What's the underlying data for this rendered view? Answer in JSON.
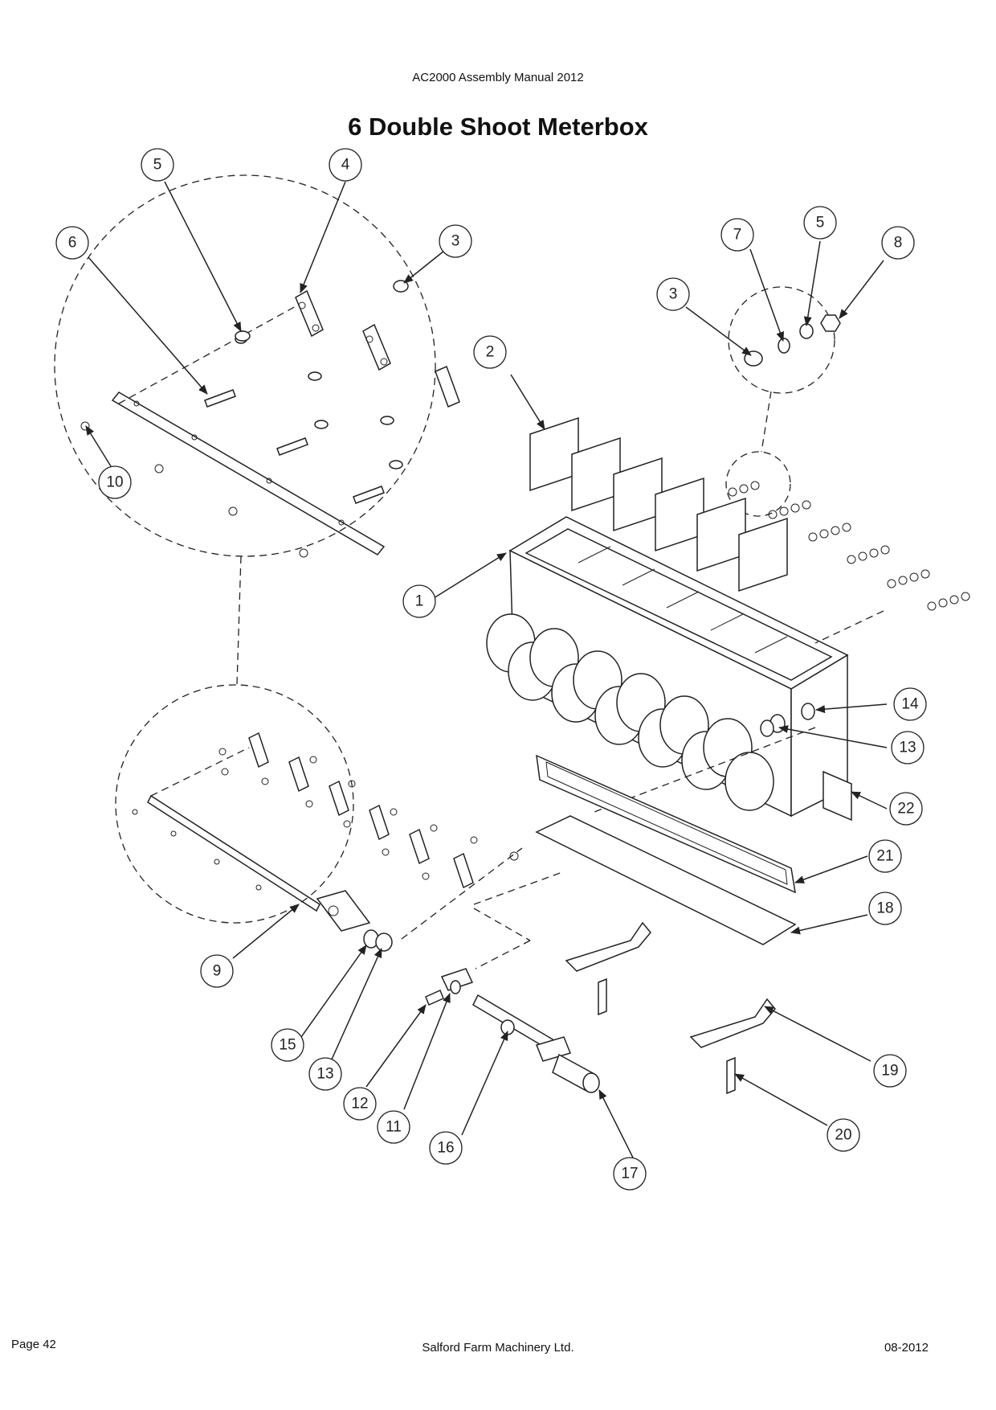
{
  "header": "AC2000 Assembly Manual 2012",
  "title": "6 Double Shoot Meterbox",
  "footer": {
    "page": "Page 42",
    "company": "Salford Farm Machinery Ltd.",
    "date": "08-2012"
  },
  "callouts": [
    "5",
    "4",
    "6",
    "3",
    "10",
    "7",
    "5",
    "8",
    "3",
    "2",
    "1",
    "14",
    "13",
    "22",
    "21",
    "18",
    "9",
    "15",
    "13",
    "12",
    "11",
    "16",
    "17",
    "19",
    "20"
  ]
}
